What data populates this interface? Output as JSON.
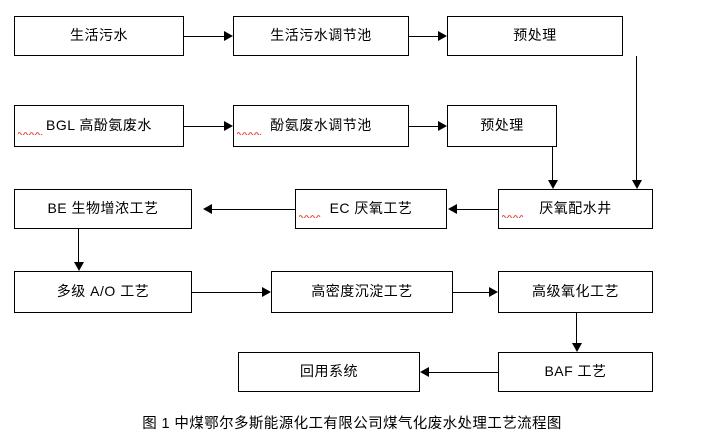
{
  "diagram": {
    "title": "图 1 中煤鄂尔多斯能源化工有限公司煤气化废水处理工艺流程图",
    "nodes": [
      {
        "id": "n1",
        "label": "生活污水"
      },
      {
        "id": "n2",
        "label": "生活污水调节池"
      },
      {
        "id": "n3",
        "label": "预处理"
      },
      {
        "id": "n4",
        "label": "BGL 高酚氨废水"
      },
      {
        "id": "n5",
        "label": "酚氨废水调节池"
      },
      {
        "id": "n6",
        "label": "预处理"
      },
      {
        "id": "n7",
        "label": "BE 生物增浓工艺"
      },
      {
        "id": "n8",
        "label": "EC 厌氧工艺"
      },
      {
        "id": "n9",
        "label": "厌氧配水井"
      },
      {
        "id": "n10",
        "label": "多级 A/O 工艺"
      },
      {
        "id": "n11",
        "label": "高密度沉淀工艺"
      },
      {
        "id": "n12",
        "label": "高级氧化工艺"
      },
      {
        "id": "n13",
        "label": "回用系统"
      },
      {
        "id": "n14",
        "label": "BAF 工艺"
      }
    ]
  }
}
